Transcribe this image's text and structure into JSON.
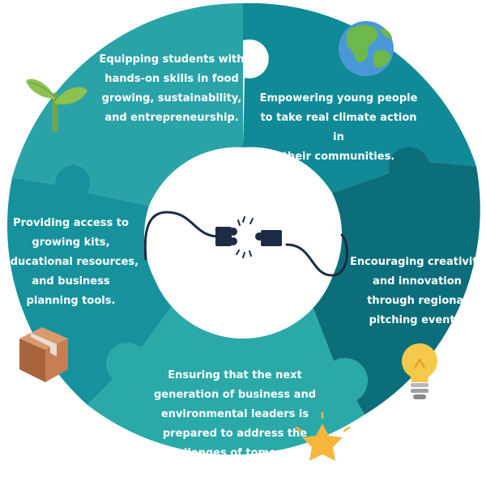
{
  "segments": [
    {
      "id": "top-left",
      "text": "Equipping students with\nhands-on skills in food\ngrowing, sustainability,\nand entrepreneurship.",
      "color": "#2aa3a8"
    },
    {
      "id": "top-right",
      "text": "Empowering young people\nto take real climate action in\ntheir communities.",
      "color": "#0f8a96"
    },
    {
      "id": "right",
      "text": "Encouraging creativity\nand innovation\nthrough regional\npitching events.",
      "color": "#0b6e7a"
    },
    {
      "id": "bottom",
      "text": "Ensuring that the next\ngeneration of business and\nenvironmental leaders is\nprepared to address the\nchallenges of tomorrow.",
      "color": "#2aa9a8"
    },
    {
      "id": "left",
      "text": "Providing access to\ngrowing kits,\neducational resources,\nand business\nplanning tools.",
      "color": "#17929c"
    }
  ],
  "icons": {
    "sprout": "sprout-icon",
    "globe": "globe-icon",
    "lightbulb": "lightbulb-icon",
    "star": "star-icon",
    "box": "box-icon",
    "plug": "puzzle-plug-icon"
  },
  "colors": {
    "center": "#ffffff",
    "plug": "#1d2b45",
    "cable": "#1d2b45"
  }
}
